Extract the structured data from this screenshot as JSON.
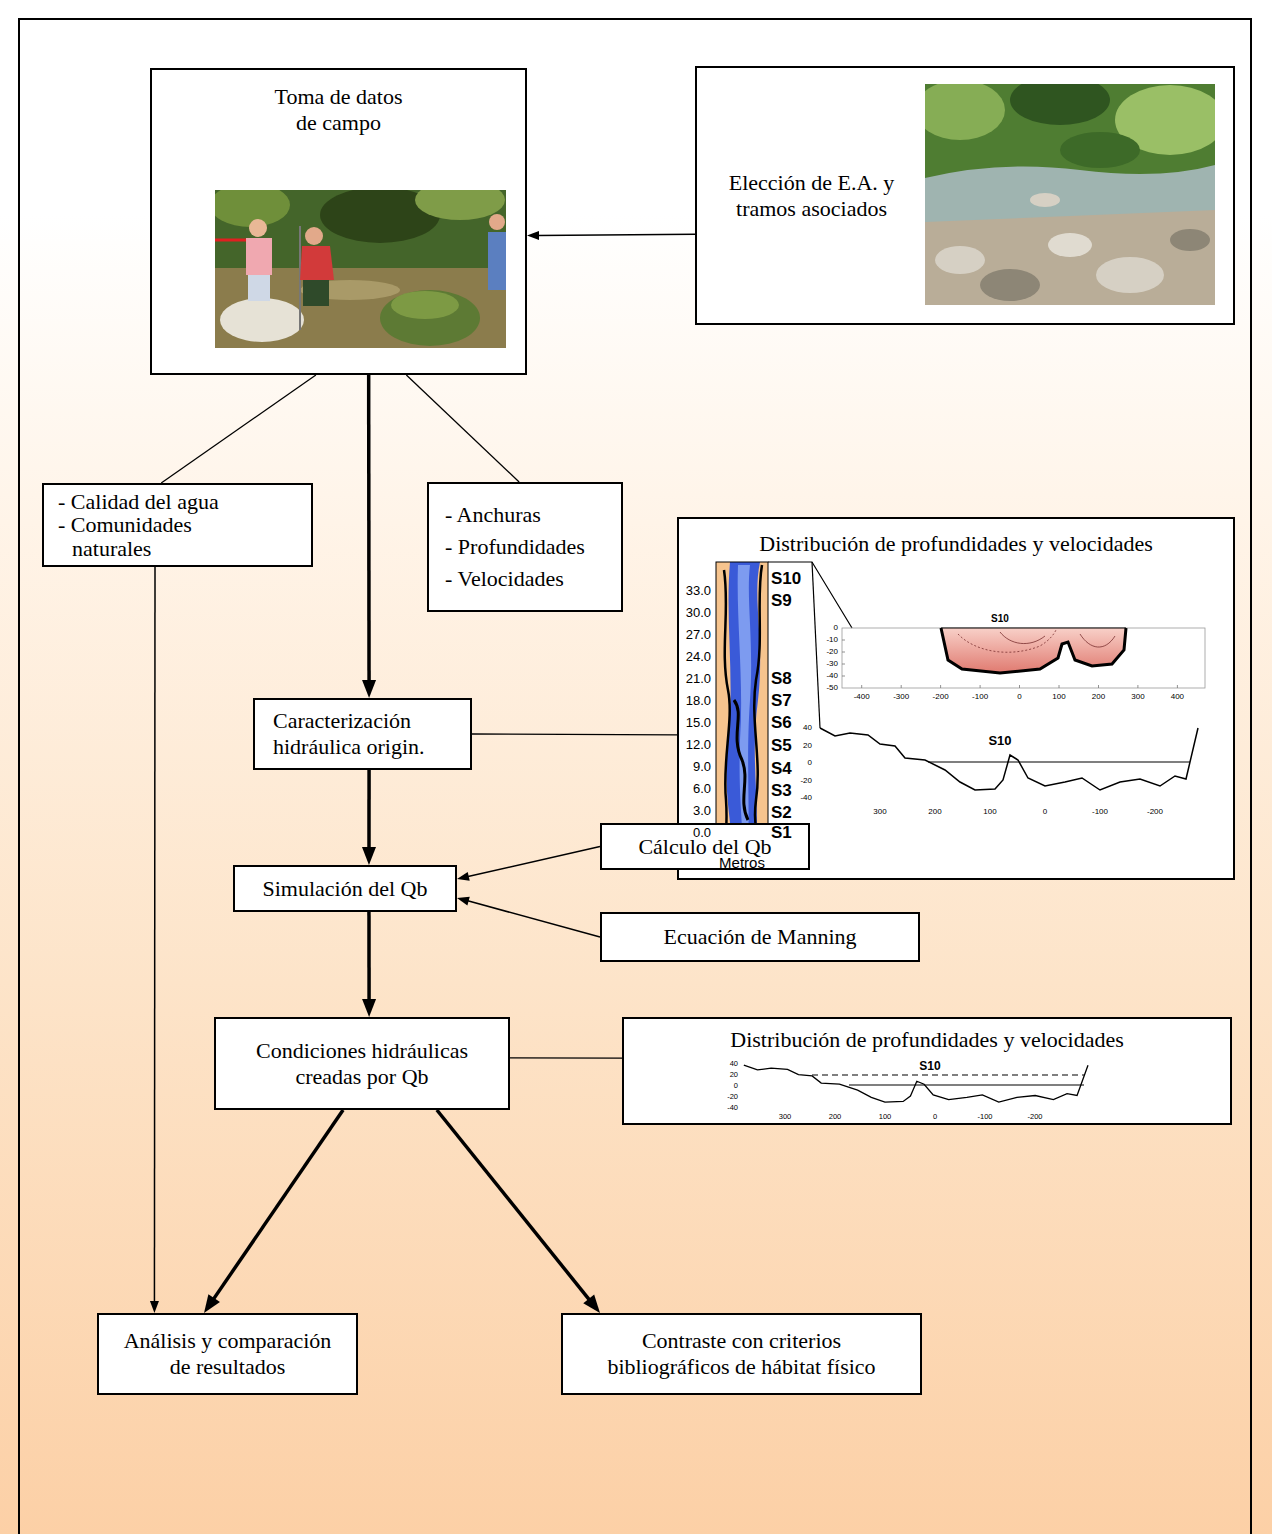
{
  "diagram": {
    "nodes": [
      {
        "text": [
          "Toma de datos de campo"
        ]
      },
      {
        "text": [
          "Elección de E.A. y tramos asociados"
        ]
      },
      {
        "text": [
          "- Calidad del agua",
          "- Comunidades naturales"
        ]
      },
      {
        "text": [
          "- Anchuras",
          "- Profundidades",
          "- Velocidades"
        ]
      },
      {
        "text": [
          "Distribución de profundidades y velocidades"
        ]
      },
      {
        "text": [
          "Caracterización hidráulica origin."
        ]
      },
      {
        "text": [
          "Cálculo del Qb"
        ]
      },
      {
        "text": [
          "Simulación del Qb"
        ]
      },
      {
        "text": [
          "Ecuación de Manning"
        ]
      },
      {
        "text": [
          "Condiciones hidráulicas creadas por Qb"
        ]
      },
      {
        "text": [
          "Distribución de profundidades y velocidades"
        ]
      },
      {
        "text": [
          "Análisis y comparación de resultados"
        ]
      },
      {
        "text": [
          "Contraste con criterios bibliográficos de hábitat físico"
        ]
      }
    ],
    "edges": [
      {
        "from": 1,
        "to": 0,
        "arrow": "to"
      },
      {
        "from": 0,
        "to": 2,
        "arrow": "none"
      },
      {
        "from": 0,
        "to": 3,
        "arrow": "none"
      },
      {
        "from": 0,
        "to": 5,
        "arrow": "to"
      },
      {
        "from": 5,
        "to": 4,
        "arrow": "none"
      },
      {
        "from": 2,
        "to": 11,
        "arrow": "to"
      },
      {
        "from": 5,
        "to": 7,
        "arrow": "to"
      },
      {
        "from": 6,
        "to": 7,
        "arrow": "to"
      },
      {
        "from": 8,
        "to": 7,
        "arrow": "to"
      },
      {
        "from": 7,
        "to": 9,
        "arrow": "to"
      },
      {
        "from": 9,
        "to": 10,
        "arrow": "none"
      },
      {
        "from": 9,
        "to": 11,
        "arrow": "to"
      },
      {
        "from": 9,
        "to": 12,
        "arrow": "to"
      }
    ],
    "labels": [
      "33.0",
      "30.0",
      "27.0",
      "24.0",
      "21.0",
      "18.0",
      "15.0",
      "12.0",
      "9.0",
      "6.0",
      "3.0",
      "0.0",
      "S10",
      "S9",
      "S8",
      "S7",
      "S6",
      "S5",
      "S4",
      "S3",
      "S2",
      "S1",
      "Metros",
      "S10",
      "-400",
      "-300",
      "-200",
      "-100",
      "0",
      "100",
      "200",
      "300",
      "400",
      "0",
      "-10",
      "-20",
      "-30",
      "-40",
      "-50",
      "S10",
      "40",
      "20",
      "0",
      "-20",
      "-40",
      "300",
      "200",
      "100",
      "0",
      "-100",
      "-200",
      "S10",
      "40",
      "20",
      "0",
      "-20",
      "-40",
      "300",
      "200",
      "100",
      "0",
      "-100",
      "-200"
    ]
  }
}
